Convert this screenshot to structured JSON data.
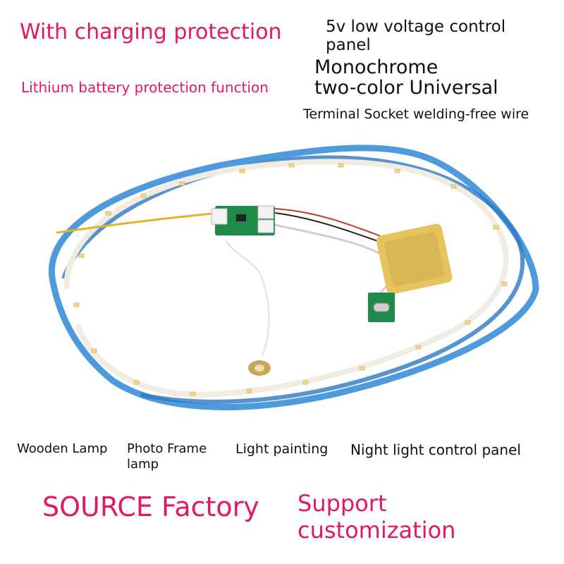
{
  "top": {
    "charging": "With charging protection",
    "low_voltage_line1": "5v low voltage control",
    "low_voltage_line2": "panel",
    "lithium": "Lithium battery protection function",
    "mono": "Monochrome",
    "two_color": "two-color Universal",
    "terminal": "Terminal Socket welding-free wire"
  },
  "uses": {
    "wooden": "Wooden Lamp",
    "photo_line1": "Photo Frame",
    "photo_line2": "lamp",
    "painting": "Light painting",
    "night": "Night light control panel"
  },
  "bottom": {
    "source": "SOURCE Factory",
    "support_line1": "Support",
    "support_line2": "customization"
  },
  "colors": {
    "accent": "#e5195a",
    "text": "#111111",
    "strip_blue": "#3a8fd8"
  },
  "icons": {
    "product": "led-strip-kit-illustration"
  }
}
